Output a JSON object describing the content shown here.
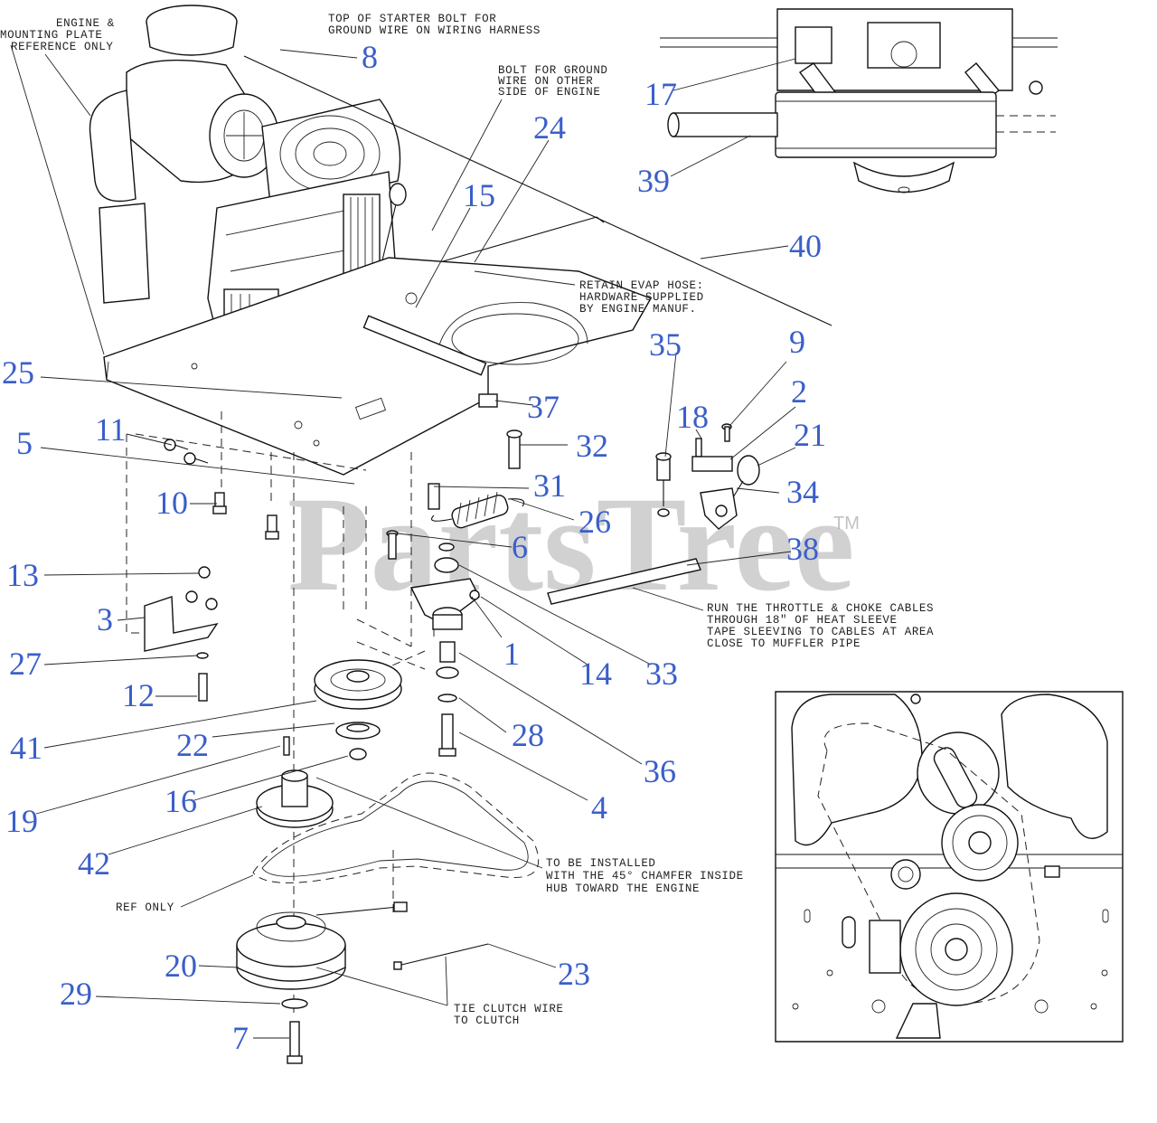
{
  "notes": {
    "engine_plate": [
      "ENGINE &",
      "MOUNTING PLATE",
      "REFERENCE ONLY"
    ],
    "starter_bolt": [
      "TOP OF STARTER BOLT FOR",
      "GROUND WIRE ON WIRING HARNESS"
    ],
    "ground_bolt": [
      "BOLT FOR GROUND",
      "WIRE ON OTHER",
      "SIDE OF ENGINE"
    ],
    "evap_hose": [
      "RETAIN EVAP HOSE:",
      "HARDWARE SUPPLIED",
      "BY ENGINE MANUF."
    ],
    "throttle_cables": [
      "RUN THE THROTTLE & CHOKE CABLES",
      "THROUGH 18\" OF HEAT SLEEVE",
      "TAPE SLEEVING TO CABLES AT AREA",
      "CLOSE TO MUFFLER PIPE"
    ],
    "chamfer": [
      "TO BE INSTALLED",
      "WITH THE 45° CHAMFER INSIDE",
      "HUB TOWARD THE ENGINE"
    ],
    "ref_only": "REF ONLY",
    "tie_clutch": [
      "TIE CLUTCH WIRE",
      "TO CLUTCH"
    ]
  },
  "callouts": {
    "p1": "1",
    "p2": "2",
    "p3": "3",
    "p4": "4",
    "p5": "5",
    "p6": "6",
    "p7": "7",
    "p8": "8",
    "p9": "9",
    "p10": "10",
    "p11": "11",
    "p12": "12",
    "p13": "13",
    "p14": "14",
    "p15": "15",
    "p16": "16",
    "p17": "17",
    "p18": "18",
    "p19": "19",
    "p20": "20",
    "p21": "21",
    "p22": "22",
    "p23": "23",
    "p24": "24",
    "p25": "25",
    "p26": "26",
    "p27": "27",
    "p28": "28",
    "p29": "29",
    "p31": "31",
    "p32": "32",
    "p33": "33",
    "p34": "34",
    "p35": "35",
    "p36": "36",
    "p37": "37",
    "p38": "38",
    "p39": "39",
    "p40": "40",
    "p41": "41",
    "p42": "42"
  },
  "watermark": {
    "text": "PartsTree",
    "tm": "TM"
  },
  "colors": {
    "callout": "#3b5fc9",
    "line": "#111111"
  }
}
